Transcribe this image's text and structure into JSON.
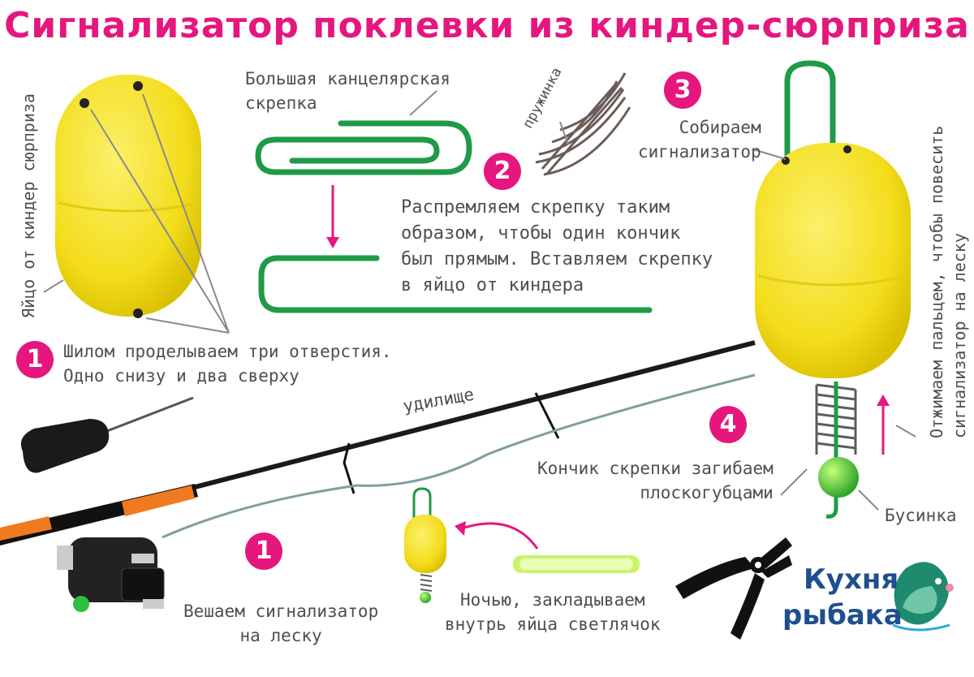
{
  "title": "Сигнализатор поклевки из киндер-сюрприза",
  "labels": {
    "egg_side": "Яйцо от киндер сюрприза",
    "paperclip": "Большая канцелярская\nскрепка",
    "spring": "пружинка",
    "assemble": "Собираем\nсигнализатор",
    "step1_holes": "Шилом проделываем три отверстия.\nОдно снизу и два сверху",
    "step2_straighten": "Распремляем скрепку таким\nобразом, чтобы один кончик\nбыл прямым. Вставляем скрепку\nв яйцо от киндера",
    "rod": "удилище",
    "bend_tip": "Кончик скрепки загибаем\nплоскогубцами",
    "bead": "Бусинка",
    "press": "Отжимаем пальцем, чтобы повесить\nсигнализатор на леску",
    "hang": "Вешаем сигнализатор\nна леску",
    "glowstick": "Ночью, закладываем\nвнутрь яйца светлячок"
  },
  "badges": {
    "b1_top": "1",
    "b2": "2",
    "b3": "3",
    "b4": "4",
    "b1_bottom": "1"
  },
  "brand": {
    "line1": "Кухня",
    "line2": "рыбака"
  },
  "colors": {
    "accent": "#e5177e",
    "clip": "#1f9a48",
    "egg": "#f5e12a",
    "brand": "#1e4f8e"
  }
}
